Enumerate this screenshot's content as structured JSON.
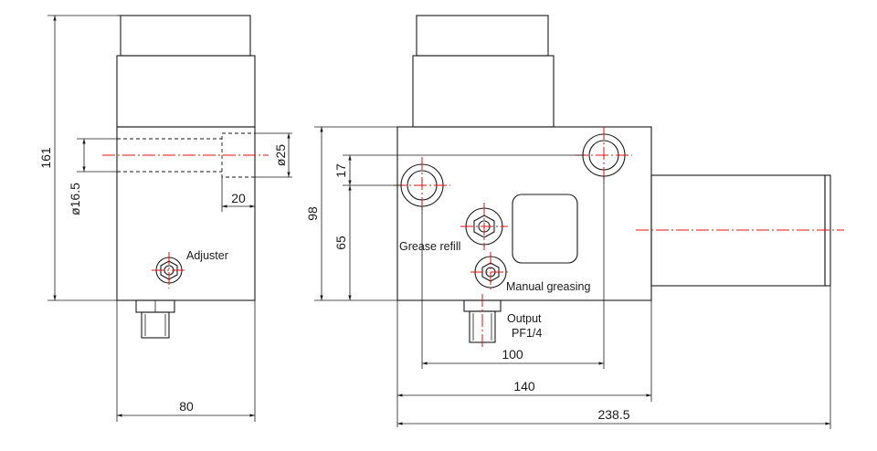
{
  "dimensions": {
    "height_total": "161",
    "bore_dia": "ø16.5",
    "counterbore_dia": "ø25",
    "counterbore_depth": "20",
    "side_width": "80",
    "body_height": "98",
    "offset_17": "17",
    "offset_65": "65",
    "hole_spacing": "100",
    "body_width": "140",
    "overall_width": "238.5"
  },
  "labels": {
    "adjuster": "Adjuster",
    "grease_refill": "Grease refill",
    "manual_greasing": "Manual greasing",
    "output": "Output",
    "output_thread": "PF1/4"
  }
}
